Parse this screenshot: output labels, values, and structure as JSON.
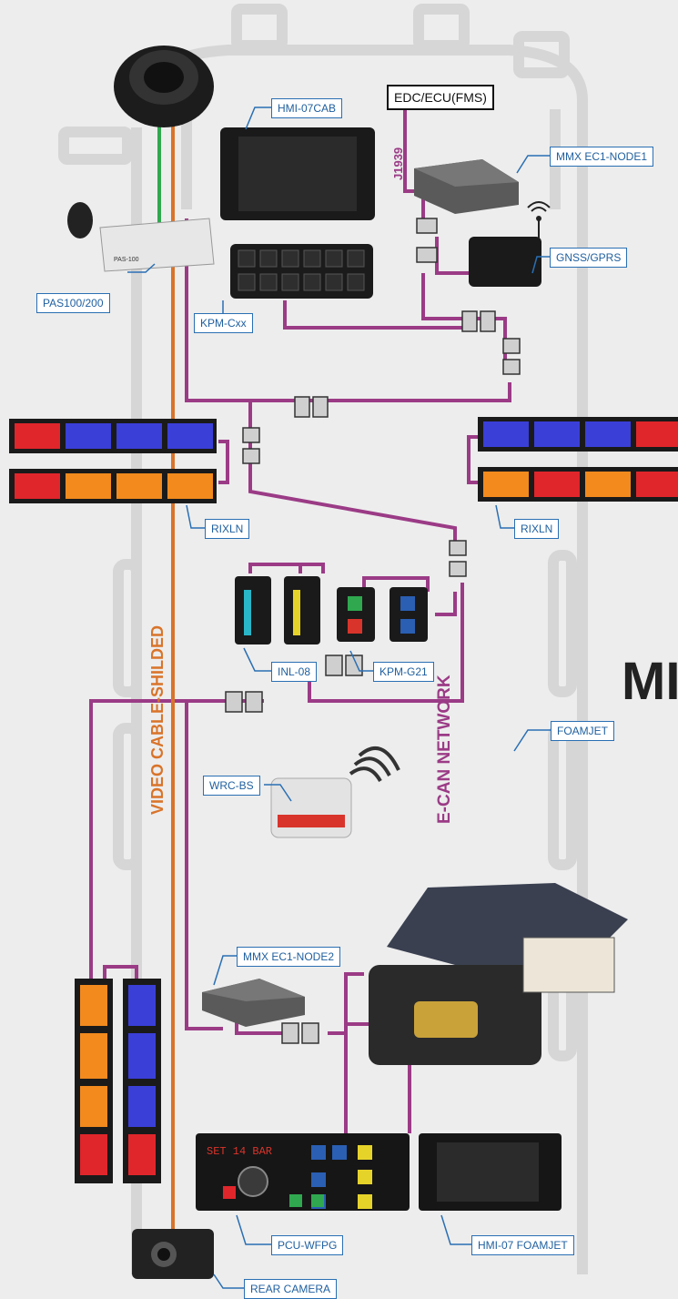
{
  "labels": {
    "hmi_07cab": "HMI-07CAB",
    "edc_ecu": "EDC/ECU(FMS)",
    "j1939": "J1939",
    "mmx_ec1_node1": "MMX EC1-NODE1",
    "gnss_gprs": "GNSS/GPRS",
    "pas100_200": "PAS100/200",
    "kpm_cxx": "KPM-Cxx",
    "rixln_left": "RIXLN",
    "rixln_right": "RIXLN",
    "inl_08": "INL-08",
    "kpm_g21": "KPM-G21",
    "wrc_bs": "WRC-BS",
    "foamjet": "FOAMJET",
    "mmx_ec1_node2": "MMX EC1-NODE2",
    "pcu_wfpg": "PCU-WFPG",
    "hmi_07_foamjet": "HMI-07 FOAMJET",
    "rear_camera": "REAR CAMERA"
  },
  "cables": {
    "video": "VIDEO CABLE-SHILDED",
    "ecan": "E-CAN NETWORK"
  },
  "watermark": "MI",
  "pcu_display": "SET  14 BAR",
  "device_text": {
    "pas_model": "PAS-100"
  },
  "colors": {
    "ecan_cable": "#9b3b86",
    "video_cable": "#d9742a",
    "label_border": "#2a6fb3",
    "green_cable": "#2fa84f"
  }
}
